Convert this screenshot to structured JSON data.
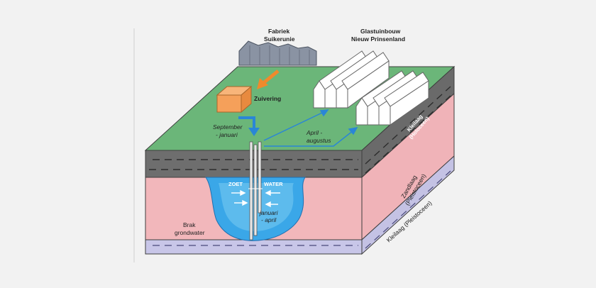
{
  "labels": {
    "factory_line1": "Fabriek",
    "factory_line2": "Suikerunie",
    "greenhouse_line1": "Glastuinbouw",
    "greenhouse_line2": "Nieuw Prinsenland",
    "treatment": "Zuivering",
    "sept_line1": "September",
    "sept_line2": "- januari",
    "april_line1": "April -",
    "april_line2": "augustus",
    "fresh": "ZOET",
    "water": "WATER",
    "jan_line1": "januari",
    "jan_line2": "- april",
    "brak_line1": "Brak",
    "brak_line2": "grondwater",
    "clay_holocene_line1": "Kleilaag",
    "clay_holocene_line2": "(Holoceen)",
    "sand_line1": "Zandlaag",
    "sand_line2": "(Pleistoceen)",
    "clay_pleistocene": "Kleilaag (Pleistoceen)"
  },
  "colors": {
    "surface": "#6bb679",
    "clay": "#6e6e6e",
    "sand": "#f2b7bb",
    "lower_clay": "#c8c6e8",
    "fresh_water": "#3aa7e8",
    "treatment_box": "#f5a05a",
    "arrow_orange": "#f08a2c",
    "arrow_blue": "#2a86d6"
  }
}
